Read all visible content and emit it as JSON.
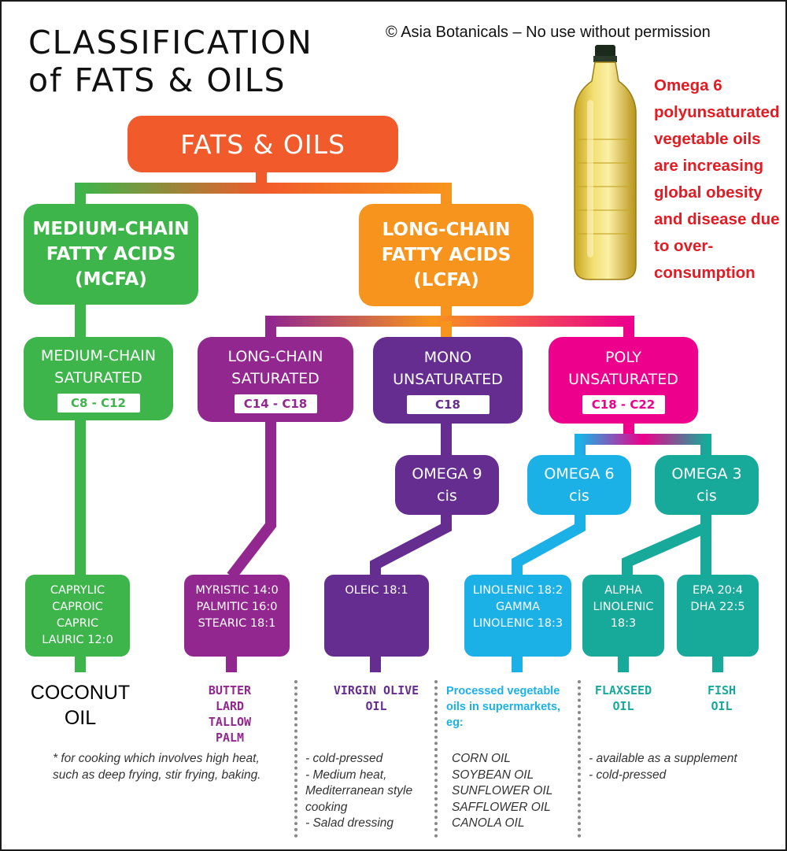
{
  "title": {
    "line1": "CLASSIFICATION",
    "line2": "of FATS  & OILS"
  },
  "copyright": "© Asia Botanicals – No use without permission",
  "warning": "Omega 6 polyunsaturated vegetable oils are increasing global obesity and disease due to over-consumption",
  "nodes": {
    "root": "FATS  & OILS",
    "mcfa": "MEDIUM-CHAIN\nFATTY ACIDS\n(MCFA)",
    "lcfa": "LONG-CHAIN\nFATTY ACIDS\n(LCFA)",
    "mc_saturated": {
      "label": "MEDIUM-CHAIN\nSATURATED",
      "range": "C8 - C12"
    },
    "lc_saturated": {
      "label": "LONG-CHAIN\nSATURATED",
      "range": "C14 - C18"
    },
    "mono": {
      "label": "MONO\nUNSATURATED",
      "range": "C18"
    },
    "poly": {
      "label": "POLY\nUNSATURATED",
      "range": "C18 - C22"
    },
    "omega9": "OMEGA 9\ncis",
    "omega6": "OMEGA 6\ncis",
    "omega3": "OMEGA 3\ncis"
  },
  "leaves": {
    "coconut": "CAPRYLIC\nCAPROIC\nCAPRIC\nLAURIC 12:0",
    "myristic": "MYRISTIC 14:0\nPALMITIC 16:0\nSTEARIC 18:1",
    "oleic": "OLEIC 18:1",
    "linolenic": "LINOLENIC 18:2\nGAMMA\nLINOLENIC 18:3",
    "alpha": "ALPHA\nLINOLENIC\n18:3",
    "epa": "EPA 20:4\nDHA 22:5"
  },
  "oils": {
    "coconut": "COCONUT\nOIL",
    "butter": "BUTTER\nLARD\nTALLOW\nPALM",
    "olive": "VIRGIN OLIVE\nOIL",
    "processed": "Processed vegetable\noils in supermarkets,\neg:",
    "flaxseed": "FLAXSEED\nOIL",
    "fish": "FISH\nOIL"
  },
  "notes": {
    "coconut": "* for cooking which involves high heat,\nsuch as deep frying, stir frying, baking.",
    "olive": "- cold-pressed\n- Medium heat,\nMediterranean style\ncooking\n- Salad dressing",
    "processed": "CORN OIL\nSOYBEAN OIL\nSUNFLOWER OIL\nSAFFLOWER OIL\nCANOLA OIL",
    "flax": "- available as a supplement\n- cold-pressed"
  },
  "colors": {
    "root": "#f15a2b",
    "mcfa": "#3db54a",
    "lcfa": "#f7941d",
    "purple": "#92278f",
    "mono": "#662d91",
    "pink": "#ec008c",
    "blue": "#1bb1e7",
    "teal": "#17a99a",
    "warning": "#e31b23"
  }
}
